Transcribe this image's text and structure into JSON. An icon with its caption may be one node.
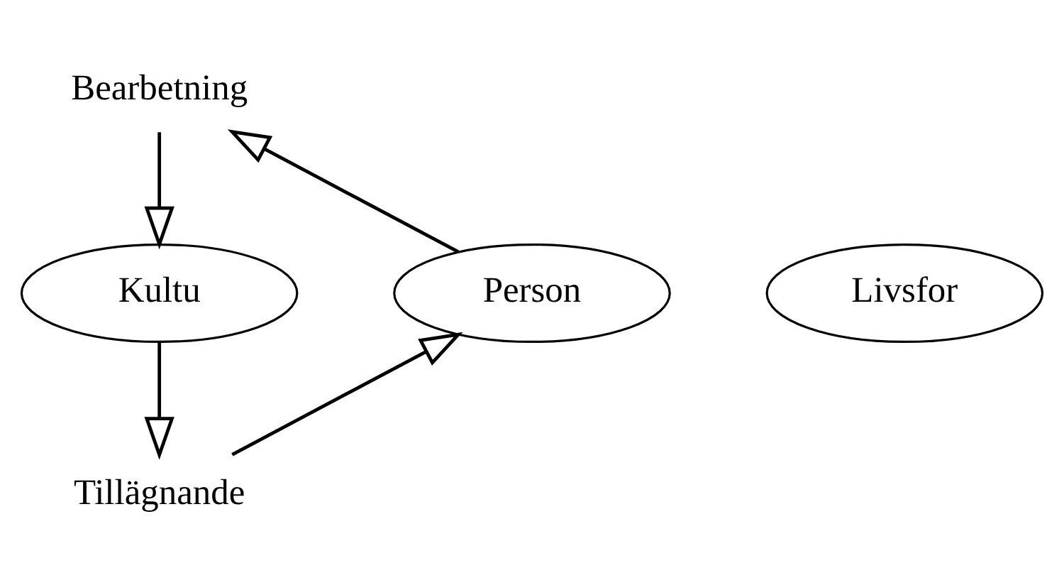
{
  "diagram": {
    "nodes": [
      {
        "text": [
          "Bearbetning"
        ]
      },
      {
        "text": [
          "Person"
        ]
      },
      {
        "text": [
          "Livsfor"
        ]
      },
      {
        "text": [
          "Kultu"
        ]
      },
      {
        "text": [
          "Tillägnande"
        ]
      }
    ],
    "edges": [
      {
        "from": 1,
        "to": 0,
        "arrow": "to"
      },
      {
        "from": 0,
        "to": 3,
        "arrow": "to"
      },
      {
        "from": 3,
        "to": 4,
        "arrow": "to"
      },
      {
        "from": 4,
        "to": 1,
        "arrow": "to"
      }
    ]
  }
}
